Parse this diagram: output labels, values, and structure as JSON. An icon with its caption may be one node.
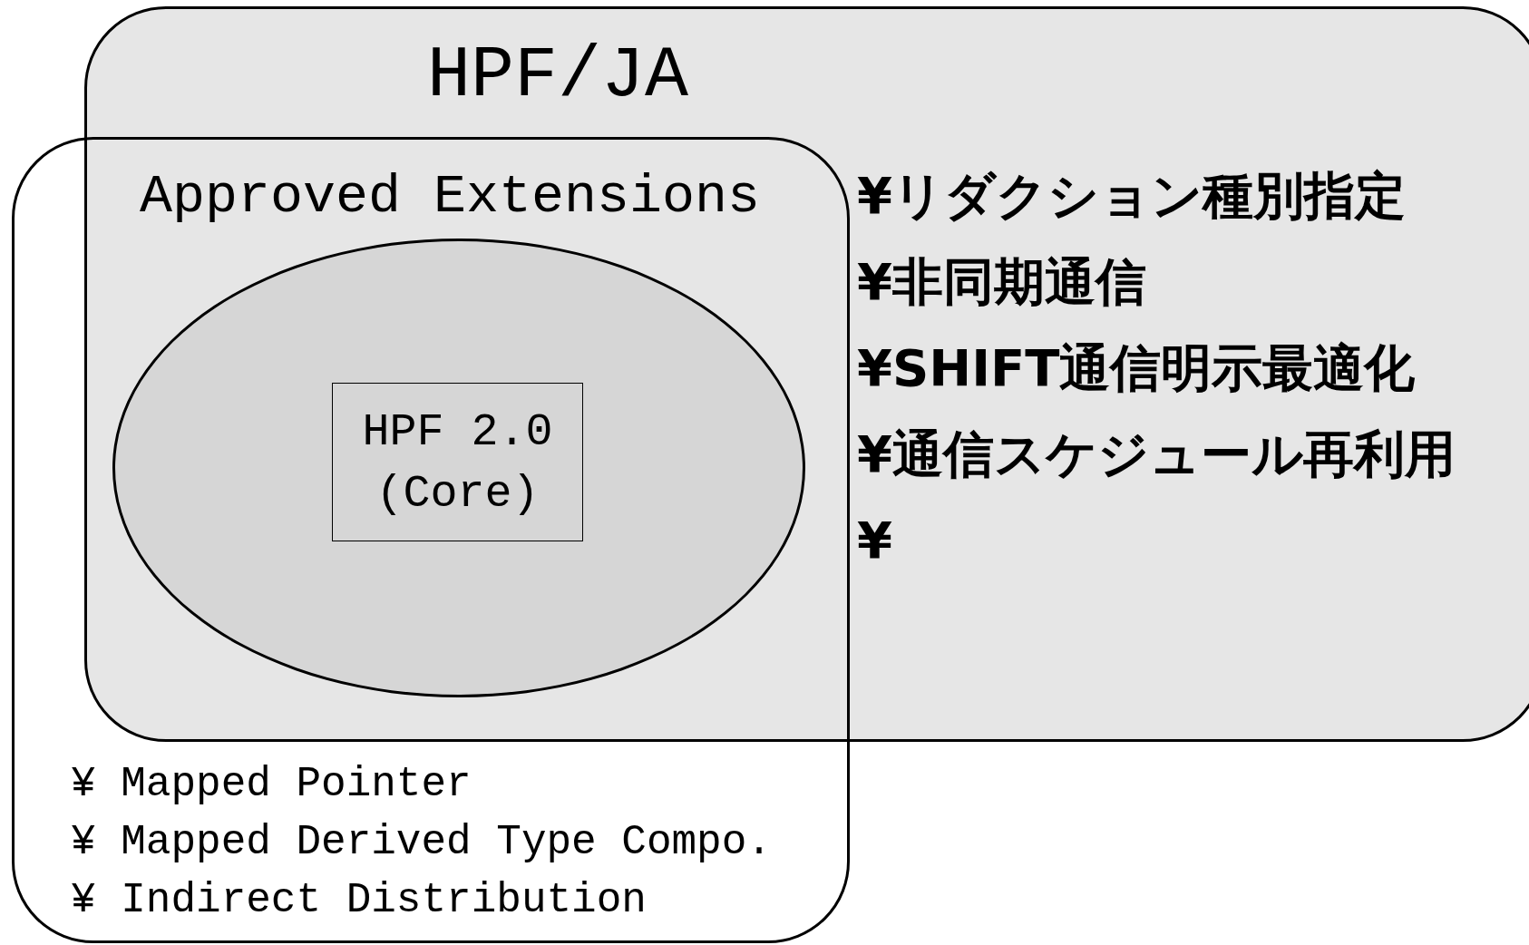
{
  "diagram": {
    "nodes": [
      {
        "text": [
          "HPF/JA",
          "¥リダクション種別指定",
          "¥非同期通信",
          "¥SHIFT通信明示最適化",
          "¥通信スケジュール再利用",
          "¥"
        ]
      },
      {
        "text": [
          "Approved Extensions",
          "¥ Mapped Pointer",
          "¥ Mapped Derived Type Compo.",
          "¥ Indirect Distribution"
        ]
      },
      {
        "text": [],
        "shape": "ellipse"
      },
      {
        "text": [
          "HPF 2.0 (Core)"
        ],
        "in": 2
      }
    ]
  }
}
